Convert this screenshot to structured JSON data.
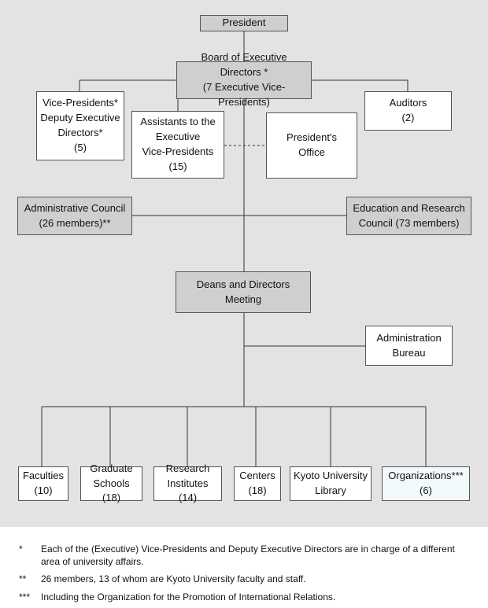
{
  "nodes": {
    "president": {
      "lines": [
        "President"
      ]
    },
    "board": {
      "lines": [
        "Board of Executive Directors *",
        "(7 Executive Vice-Presidents)"
      ]
    },
    "vice_presidents": {
      "lines": [
        "Vice-Presidents*",
        "Deputy Executive",
        "Directors*",
        "(5)"
      ]
    },
    "auditors": {
      "lines": [
        "Auditors",
        "(2)"
      ]
    },
    "assistants": {
      "lines": [
        "Assistants to the",
        "Executive",
        "Vice-Presidents",
        "(15)"
      ]
    },
    "presidents_office": {
      "lines": [
        "President's",
        "Office"
      ]
    },
    "admin_council": {
      "lines": [
        "Administrative Council",
        "(26 members)**"
      ]
    },
    "edu_council": {
      "lines": [
        "Education and Research",
        "Council (73 members)"
      ]
    },
    "deans_meeting": {
      "lines": [
        "Deans and Directors Meeting"
      ]
    },
    "admin_bureau": {
      "lines": [
        "Administration",
        "Bureau"
      ]
    },
    "faculties": {
      "lines": [
        "Faculties",
        "(10)"
      ]
    },
    "grad_schools": {
      "lines": [
        "Graduate",
        "Schools (18)"
      ]
    },
    "research_institutes": {
      "lines": [
        "Research",
        "Institutes (14)"
      ]
    },
    "centers": {
      "lines": [
        "Centers",
        "(18)"
      ]
    },
    "library": {
      "lines": [
        "Kyoto University",
        "Library"
      ]
    },
    "organizations": {
      "lines": [
        "Organizations***",
        "(6)"
      ]
    }
  },
  "notes": [
    {
      "mark": "*",
      "text": "Each of the (Executive) Vice-Presidents and Deputy Executive Directors are in charge of a different area of university affairs."
    },
    {
      "mark": "**",
      "text": "26 members, 13 of whom are Kyoto University faculty and staff."
    },
    {
      "mark": "***",
      "text": "Including the Organization for the Promotion of International Relations."
    }
  ]
}
